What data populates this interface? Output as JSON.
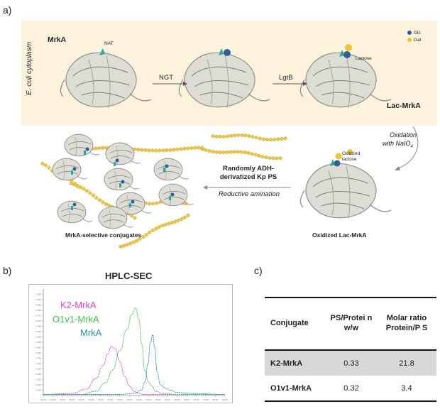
{
  "panel_a": {
    "label": "a)",
    "cytoplasm_label": "E. coli cytoplasm",
    "protein_name": "MrkA",
    "nat_label": "NAT",
    "step1": "NGT",
    "step2": "LgtB",
    "lactose_label": "Lactose",
    "legend": [
      {
        "label": "Glc",
        "color": "#2f5f96"
      },
      {
        "label": "Gal",
        "color": "#f2c432"
      }
    ],
    "lac_mrka": "Lac-MrkA",
    "oxidation_line1": "Oxidation",
    "oxidation_line2": "with NaIO",
    "oxidation_sub": "4",
    "oxidized_lactose_line1": "Oxidized",
    "oxidized_lactose_line2": "lactose",
    "oxidized_lac_mrka": "Oxidized Lac-MrkA",
    "ps_line1": "Randomly ADH-",
    "ps_line2": "derivatized Kp PS",
    "reductive_amination": "Reductive amination",
    "conjugates_label": "MrkA-selective conjugates",
    "colors": {
      "cytoplasm": "#fdf3dd",
      "protein": "#c9c9c1",
      "bead": "#e9c74a",
      "nat": "#2aa99b"
    }
  },
  "panel_b": {
    "label": "b)",
    "title": "HPLC-SEC",
    "legend": [
      {
        "name": "K2-MrkA",
        "color": "#e43fd0"
      },
      {
        "name": "O1v1-MrkA",
        "color": "#3fbf4a"
      },
      {
        "name": "MrkA",
        "color": "#2c8ea4"
      }
    ]
  },
  "panel_c": {
    "label": "c)",
    "headers": [
      "Conjugate",
      "PS/Protei n w/w",
      "Molar ratio Protein/P S"
    ],
    "rows": [
      [
        "K2-MrkA",
        "0.33",
        "21.8"
      ],
      [
        "O1v1-MrkA",
        "0.32",
        "3.4"
      ]
    ]
  },
  "chart_data": {
    "type": "line",
    "title": "HPLC-SEC",
    "xlabel": "",
    "ylabel": "",
    "xlim": [
      22,
      60
    ],
    "ylim": [
      0,
      0.1
    ],
    "x_ticks": [
      22,
      24,
      26,
      28,
      30,
      32,
      34,
      36,
      38,
      40,
      42,
      44,
      46,
      48,
      50,
      52,
      54,
      56,
      58,
      60
    ],
    "y_ticks": [
      0.005,
      0.01,
      0.015,
      0.02,
      0.025,
      0.03,
      0.035,
      0.04,
      0.045,
      0.05,
      0.055,
      0.06,
      0.065,
      0.07,
      0.075,
      0.08,
      0.085,
      0.09,
      0.095
    ],
    "series": [
      {
        "name": "K2-MrkA",
        "color": "#e43fd0",
        "x": [
          22,
          28,
          31,
          33,
          34.5,
          35.5,
          36.2,
          37,
          38,
          39,
          40,
          41,
          42,
          43,
          44,
          46,
          48,
          52,
          60
        ],
        "y": [
          0.001,
          0.002,
          0.006,
          0.016,
          0.028,
          0.039,
          0.046,
          0.044,
          0.032,
          0.018,
          0.009,
          0.004,
          0.002,
          0.001,
          0.001,
          0.001,
          0.001,
          0.001,
          0.001
        ]
      },
      {
        "name": "O1v1-MrkA",
        "color": "#3fbf4a",
        "x": [
          22,
          30,
          33,
          35,
          36.5,
          38,
          39.5,
          40.5,
          41.3,
          42,
          42.6,
          43.2,
          44,
          44.7,
          45.5,
          47,
          50,
          55,
          60
        ],
        "y": [
          0.001,
          0.001,
          0.004,
          0.012,
          0.024,
          0.042,
          0.062,
          0.076,
          0.082,
          0.071,
          0.048,
          0.024,
          0.013,
          0.009,
          0.004,
          0.002,
          0.001,
          0.001,
          0.001
        ]
      },
      {
        "name": "MrkA",
        "color": "#2c8ea4",
        "x": [
          22,
          38,
          41,
          42.5,
          43.3,
          43.9,
          44.4,
          44.9,
          45.3,
          45.8,
          46.5,
          47.5,
          48.5,
          50,
          52,
          60
        ],
        "y": [
          0.001,
          0.001,
          0.002,
          0.005,
          0.013,
          0.03,
          0.05,
          0.057,
          0.045,
          0.022,
          0.01,
          0.007,
          0.005,
          0.003,
          0.002,
          0.001
        ]
      }
    ]
  }
}
